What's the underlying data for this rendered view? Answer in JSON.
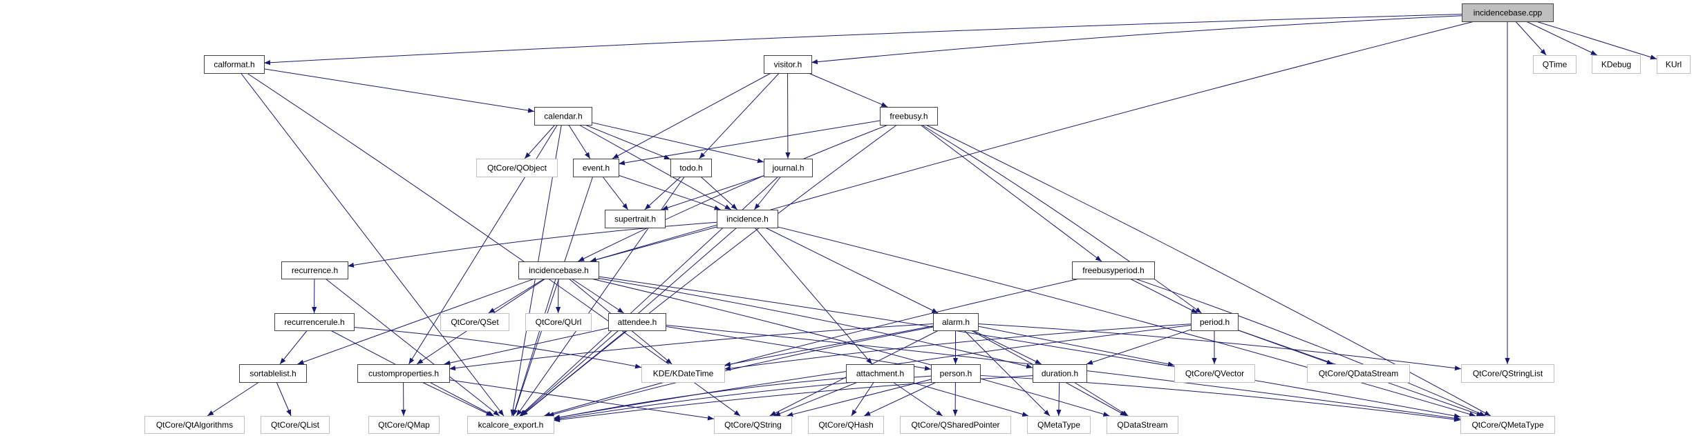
{
  "edge_color": "#191970",
  "root_fill": "#bfbfbf",
  "nodes": [
    {
      "id": "cpp",
      "label": "incidencebase.cpp",
      "kind": "root"
    },
    {
      "id": "calformat",
      "label": "calformat.h",
      "kind": "internal"
    },
    {
      "id": "visitor",
      "label": "visitor.h",
      "kind": "internal"
    },
    {
      "id": "qtime",
      "label": "QTime",
      "kind": "external"
    },
    {
      "id": "kdebug",
      "label": "KDebug",
      "kind": "external"
    },
    {
      "id": "kurl",
      "label": "KUrl",
      "kind": "external"
    },
    {
      "id": "calendar",
      "label": "calendar.h",
      "kind": "internal"
    },
    {
      "id": "freebusy",
      "label": "freebusy.h",
      "kind": "internal"
    },
    {
      "id": "qobject",
      "label": "QtCore/QObject",
      "kind": "external"
    },
    {
      "id": "event",
      "label": "event.h",
      "kind": "internal"
    },
    {
      "id": "todo",
      "label": "todo.h",
      "kind": "internal"
    },
    {
      "id": "journal",
      "label": "journal.h",
      "kind": "internal"
    },
    {
      "id": "supertrait",
      "label": "supertrait.h",
      "kind": "internal"
    },
    {
      "id": "incidence",
      "label": "incidence.h",
      "kind": "internal"
    },
    {
      "id": "recurrence",
      "label": "recurrence.h",
      "kind": "internal"
    },
    {
      "id": "incidencebase",
      "label": "incidencebase.h",
      "kind": "internal"
    },
    {
      "id": "freebusyperiod",
      "label": "freebusyperiod.h",
      "kind": "internal"
    },
    {
      "id": "recurrencerule",
      "label": "recurrencerule.h",
      "kind": "internal"
    },
    {
      "id": "qset",
      "label": "QtCore/QSet",
      "kind": "external"
    },
    {
      "id": "qurl",
      "label": "QtCore/QUrl",
      "kind": "external"
    },
    {
      "id": "attendee",
      "label": "attendee.h",
      "kind": "internal"
    },
    {
      "id": "alarm",
      "label": "alarm.h",
      "kind": "internal"
    },
    {
      "id": "period",
      "label": "period.h",
      "kind": "internal"
    },
    {
      "id": "sortablelist",
      "label": "sortablelist.h",
      "kind": "internal"
    },
    {
      "id": "customproperties",
      "label": "customproperties.h",
      "kind": "internal"
    },
    {
      "id": "kdatetime",
      "label": "KDE/KDateTime",
      "kind": "external"
    },
    {
      "id": "attachment",
      "label": "attachment.h",
      "kind": "internal"
    },
    {
      "id": "person",
      "label": "person.h",
      "kind": "internal"
    },
    {
      "id": "duration",
      "label": "duration.h",
      "kind": "internal"
    },
    {
      "id": "qvector",
      "label": "QtCore/QVector",
      "kind": "external"
    },
    {
      "id": "qtqdatastream",
      "label": "QtCore/QDataStream",
      "kind": "external"
    },
    {
      "id": "qstringlist",
      "label": "QtCore/QStringList",
      "kind": "external"
    },
    {
      "id": "qtalgorithms",
      "label": "QtCore/QtAlgorithms",
      "kind": "external"
    },
    {
      "id": "qlist",
      "label": "QtCore/QList",
      "kind": "external"
    },
    {
      "id": "qmap",
      "label": "QtCore/QMap",
      "kind": "external"
    },
    {
      "id": "kcalcore_export",
      "label": "kcalcore_export.h",
      "kind": "external"
    },
    {
      "id": "qstring",
      "label": "QtCore/QString",
      "kind": "external"
    },
    {
      "id": "qhash",
      "label": "QtCore/QHash",
      "kind": "external"
    },
    {
      "id": "qsharedpointer",
      "label": "QtCore/QSharedPointer",
      "kind": "external"
    },
    {
      "id": "qmetatype",
      "label": "QMetaType",
      "kind": "external"
    },
    {
      "id": "qdatastream",
      "label": "QDataStream",
      "kind": "external"
    },
    {
      "id": "qtqmetatype",
      "label": "QtCore/QMetaType",
      "kind": "external"
    }
  ],
  "edges": [
    [
      "cpp",
      "calformat"
    ],
    [
      "cpp",
      "visitor"
    ],
    [
      "cpp",
      "incidencebase"
    ],
    [
      "cpp",
      "qtime"
    ],
    [
      "cpp",
      "kdebug"
    ],
    [
      "cpp",
      "kurl"
    ],
    [
      "cpp",
      "qstringlist"
    ],
    [
      "calformat",
      "calendar"
    ],
    [
      "calformat",
      "kcalcore_export"
    ],
    [
      "calformat",
      "qstring"
    ],
    [
      "calendar",
      "qobject"
    ],
    [
      "calendar",
      "event"
    ],
    [
      "calendar",
      "todo"
    ],
    [
      "calendar",
      "journal"
    ],
    [
      "calendar",
      "incidence"
    ],
    [
      "calendar",
      "customproperties"
    ],
    [
      "calendar",
      "kcalcore_export"
    ],
    [
      "visitor",
      "event"
    ],
    [
      "visitor",
      "todo"
    ],
    [
      "visitor",
      "journal"
    ],
    [
      "visitor",
      "freebusy"
    ],
    [
      "freebusy",
      "event"
    ],
    [
      "freebusy",
      "incidencebase"
    ],
    [
      "freebusy",
      "freebusyperiod"
    ],
    [
      "freebusy",
      "period"
    ],
    [
      "freebusy",
      "kcalcore_export"
    ],
    [
      "freebusy",
      "qtqmetatype"
    ],
    [
      "event",
      "supertrait"
    ],
    [
      "event",
      "incidence"
    ],
    [
      "event",
      "kcalcore_export"
    ],
    [
      "todo",
      "supertrait"
    ],
    [
      "todo",
      "incidence"
    ],
    [
      "todo",
      "kcalcore_export"
    ],
    [
      "journal",
      "supertrait"
    ],
    [
      "journal",
      "incidence"
    ],
    [
      "journal",
      "kcalcore_export"
    ],
    [
      "incidence",
      "incidencebase"
    ],
    [
      "incidence",
      "recurrence"
    ],
    [
      "incidence",
      "alarm"
    ],
    [
      "incidence",
      "attachment"
    ],
    [
      "incidence",
      "kcalcore_export"
    ],
    [
      "incidence",
      "qtqmetatype"
    ],
    [
      "incidencebase",
      "qset"
    ],
    [
      "incidencebase",
      "qurl"
    ],
    [
      "incidencebase",
      "attendee"
    ],
    [
      "incidencebase",
      "customproperties"
    ],
    [
      "incidencebase",
      "sortablelist"
    ],
    [
      "incidencebase",
      "kdatetime"
    ],
    [
      "incidencebase",
      "duration"
    ],
    [
      "incidencebase",
      "kcalcore_export"
    ],
    [
      "incidencebase",
      "qdatastream"
    ],
    [
      "incidencebase",
      "qtqmetatype"
    ],
    [
      "recurrence",
      "recurrencerule"
    ],
    [
      "recurrence",
      "kcalcore_export"
    ],
    [
      "recurrencerule",
      "sortablelist"
    ],
    [
      "recurrencerule",
      "kdatetime"
    ],
    [
      "recurrencerule",
      "kcalcore_export"
    ],
    [
      "attendee",
      "customproperties"
    ],
    [
      "attendee",
      "person"
    ],
    [
      "attendee",
      "kcalcore_export"
    ],
    [
      "attendee",
      "qtqmetatype"
    ],
    [
      "alarm",
      "kdatetime"
    ],
    [
      "alarm",
      "customproperties"
    ],
    [
      "alarm",
      "duration"
    ],
    [
      "alarm",
      "person"
    ],
    [
      "alarm",
      "kcalcore_export"
    ],
    [
      "alarm",
      "qstring"
    ],
    [
      "alarm",
      "qvector"
    ],
    [
      "alarm",
      "qmetatype"
    ],
    [
      "alarm",
      "qdatastream"
    ],
    [
      "alarm",
      "qstringlist"
    ],
    [
      "freebusyperiod",
      "period"
    ],
    [
      "freebusyperiod",
      "kcalcore_export"
    ],
    [
      "freebusyperiod",
      "qtqmetatype"
    ],
    [
      "period",
      "kdatetime"
    ],
    [
      "period",
      "duration"
    ],
    [
      "period",
      "qvector"
    ],
    [
      "period",
      "qtqdatastream"
    ],
    [
      "period",
      "kcalcore_export"
    ],
    [
      "period",
      "qtqmetatype"
    ],
    [
      "sortablelist",
      "qtalgorithms"
    ],
    [
      "sortablelist",
      "qlist"
    ],
    [
      "customproperties",
      "qmap"
    ],
    [
      "customproperties",
      "kcalcore_export"
    ],
    [
      "customproperties",
      "qstring"
    ],
    [
      "attachment",
      "kcalcore_export"
    ],
    [
      "attachment",
      "qstring"
    ],
    [
      "attachment",
      "qhash"
    ],
    [
      "attachment",
      "qsharedpointer"
    ],
    [
      "attachment",
      "qmetatype"
    ],
    [
      "person",
      "kcalcore_export"
    ],
    [
      "person",
      "qstring"
    ],
    [
      "person",
      "qhash"
    ],
    [
      "person",
      "qsharedpointer"
    ],
    [
      "person",
      "qtqmetatype"
    ],
    [
      "duration",
      "kcalcore_export"
    ],
    [
      "duration",
      "qmetatype"
    ],
    [
      "duration",
      "qdatastream"
    ]
  ]
}
